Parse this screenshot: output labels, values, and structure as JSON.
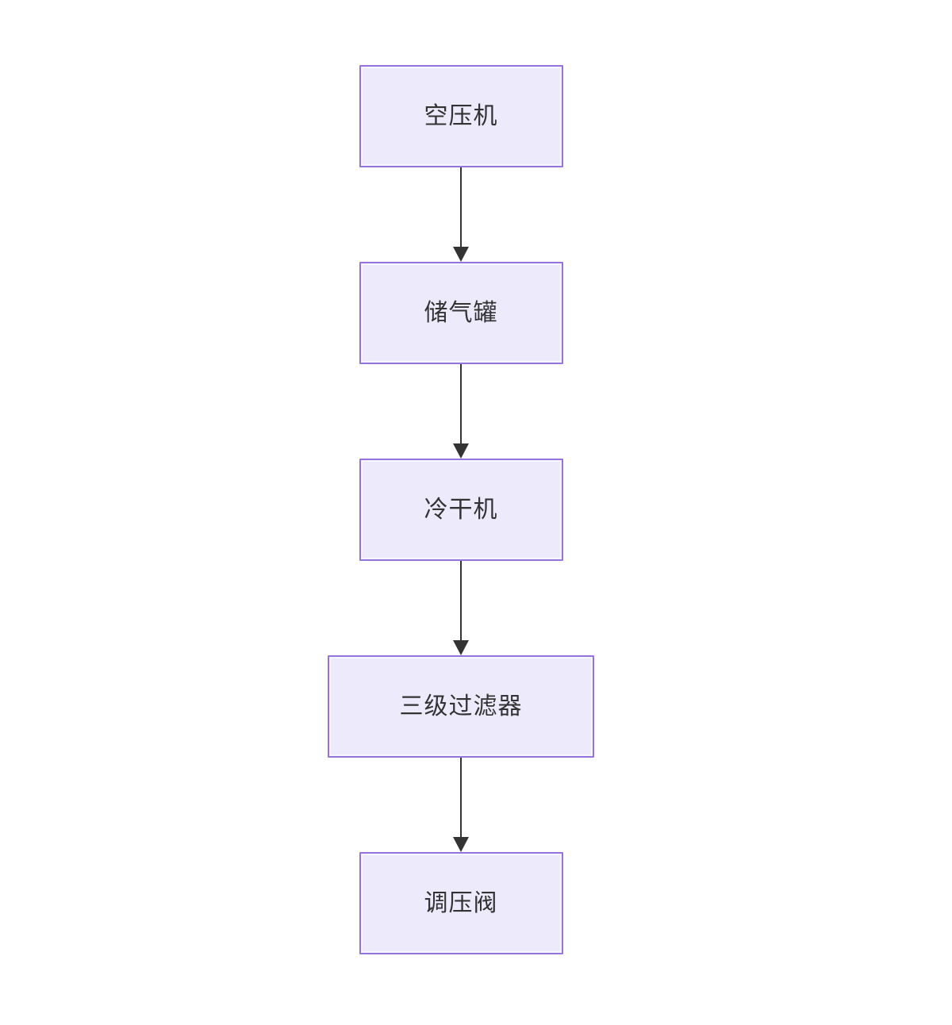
{
  "diagram": {
    "type": "flowchart",
    "direction": "top-to-bottom",
    "nodes": [
      {
        "id": "air-compressor",
        "label": "空压机"
      },
      {
        "id": "air-tank",
        "label": "储气罐"
      },
      {
        "id": "refrigerated-dryer",
        "label": "冷干机"
      },
      {
        "id": "three-stage-filter",
        "label": "三级过滤器"
      },
      {
        "id": "pressure-regulating-valve",
        "label": "调压阀"
      }
    ],
    "edges": [
      {
        "from": "空压机",
        "to": "储气罐",
        "arrow": "down"
      },
      {
        "from": "储气罐",
        "to": "冷干机",
        "arrow": "down"
      },
      {
        "from": "冷干机",
        "to": "三级过滤器",
        "arrow": "down"
      },
      {
        "from": "三级过滤器",
        "to": "调压阀",
        "arrow": "down"
      }
    ],
    "colors": {
      "node_fill": "#eceafb",
      "node_border": "#9673dc",
      "arrow": "#333333",
      "text": "#333333",
      "background": "#ffffff"
    }
  }
}
